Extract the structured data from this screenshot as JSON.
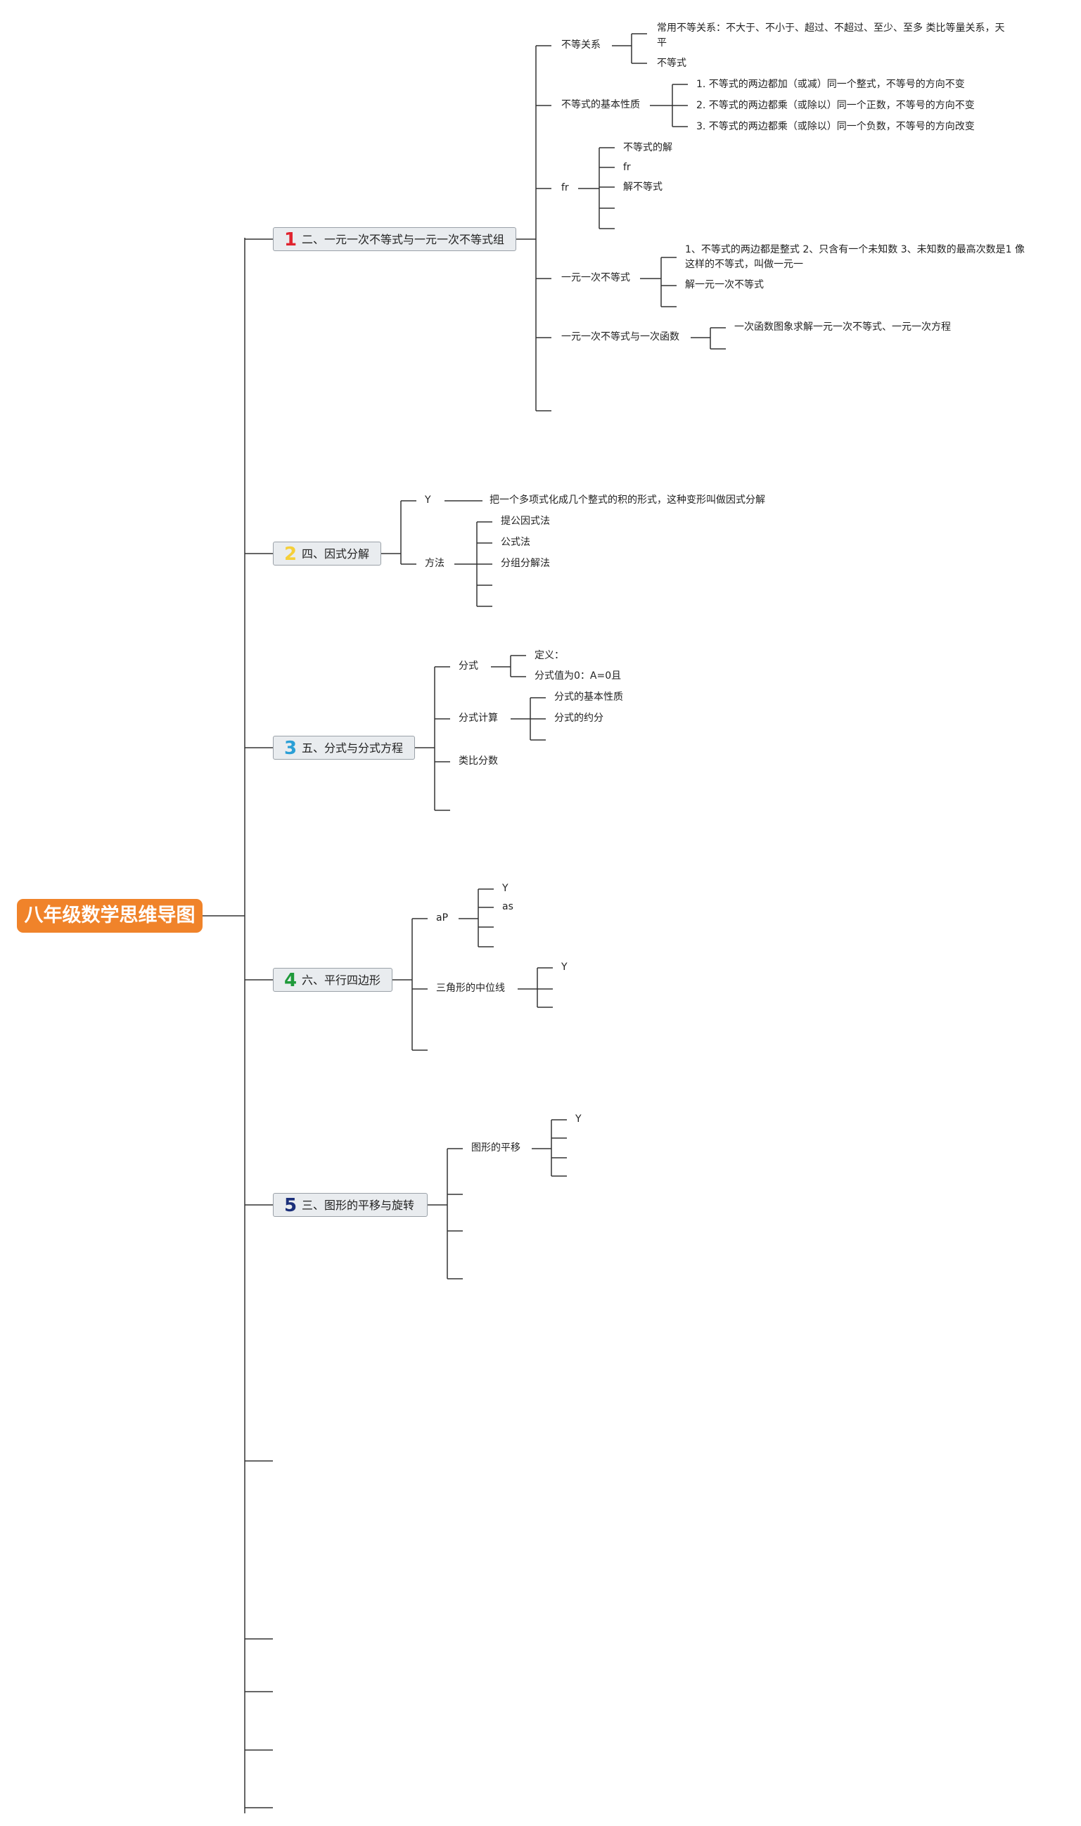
{
  "root": {
    "label": "八年级数学思维导图",
    "color": "#f0832a"
  },
  "branches": [
    {
      "num": "1",
      "num_color": "#e0242f",
      "label": "二、一元一次不等式与一元一次不等式组",
      "children": [
        {
          "label": "不等关系",
          "children": [
            "常用不等关系：不大于、不小于、超过、不超过、至少、至多 类比等量关系，天平",
            "不等式"
          ]
        },
        {
          "label": "不等式的基本性质",
          "children": [
            "1. 不等式的两边都加（或减）同一个整式，不等号的方向不变",
            "2. 不等式的两边都乘（或除以）同一个正数，不等号的方向不变",
            "3. 不等式的两边都乘（或除以）同一个负数，不等号的方向改变"
          ]
        },
        {
          "label": "fr",
          "children": [
            "不等式的解",
            "fr",
            "解不等式"
          ]
        },
        {
          "label": "一元一次不等式",
          "children": [
            "1、不等式的两边都是整式 2、只含有一个未知数 3、未知数的最高次数是1 像这样的不等式，叫做一元一",
            "解一元一次不等式"
          ]
        },
        {
          "label": "一元一次不等式与一次函数",
          "children": [
            "一次函数图象求解一元一次不等式、一元一次方程"
          ]
        }
      ]
    },
    {
      "num": "2",
      "num_color": "#f5cf3a",
      "label": "四、因式分解",
      "children": [
        {
          "label": "Y",
          "children": [
            "把一个多项式化成几个整式的积的形式，这种变形叫做因式分解"
          ]
        },
        {
          "label": "方法",
          "children": [
            "提公因式法",
            "公式法",
            "分组分解法"
          ]
        }
      ]
    },
    {
      "num": "3",
      "num_color": "#2a9fd6",
      "label": "五、分式与分式方程",
      "children": [
        {
          "label": "分式",
          "children": [
            "定义：",
            "分式值为0：A=0且"
          ]
        },
        {
          "label": "分式计算",
          "children": [
            "分式的基本性质",
            "分式的约分"
          ]
        },
        {
          "label": "类比分数",
          "children": []
        }
      ]
    },
    {
      "num": "4",
      "num_color": "#1f9a3a",
      "label": "六、平行四边形",
      "children": [
        {
          "label": "aP",
          "children": [
            "Y",
            "as"
          ]
        },
        {
          "label": "三角形的中位线",
          "children": [
            "Y"
          ]
        }
      ]
    },
    {
      "num": "5",
      "num_color": "#1b2f7a",
      "label": "三、图形的平移与旋转",
      "children": [
        {
          "label": "图形的平移",
          "children": [
            "Y"
          ]
        }
      ]
    }
  ]
}
